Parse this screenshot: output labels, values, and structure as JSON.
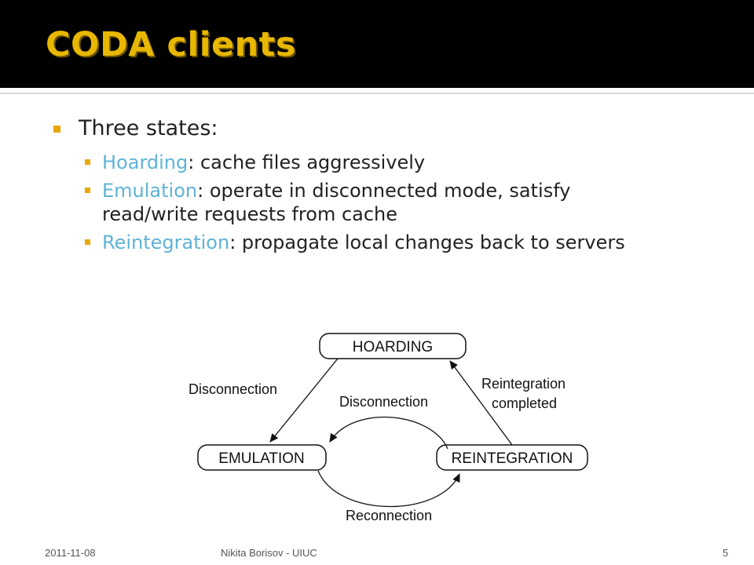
{
  "slide": {
    "title": "CODA clients",
    "main_bullet": "Three states:",
    "sub_bullets": [
      {
        "term": "Hoarding",
        "rest": ": cache files aggressively"
      },
      {
        "term": "Emulation",
        "rest": ": operate in disconnected mode, satisfy read/write requests from cache"
      },
      {
        "term": "Reintegration",
        "rest": ": propagate local changes back to servers"
      }
    ]
  },
  "diagram": {
    "states": {
      "hoarding": "HOARDING",
      "emulation": "EMULATION",
      "reintegration": "REINTEGRATION"
    },
    "edges": {
      "disconnection_left": "Disconnection",
      "disconnection_middle": "Disconnection",
      "reintegration_completed_line1": "Reintegration",
      "reintegration_completed_line2": "completed",
      "reconnection": "Reconnection"
    }
  },
  "footer": {
    "date": "2011-11-08",
    "author": "Nikita Borisov - UIUC",
    "page": "5"
  },
  "colors": {
    "title": "#e8b800",
    "bullet_marker": "#e8a800",
    "term": "#5fb3d6",
    "title_bar": "#000000"
  }
}
